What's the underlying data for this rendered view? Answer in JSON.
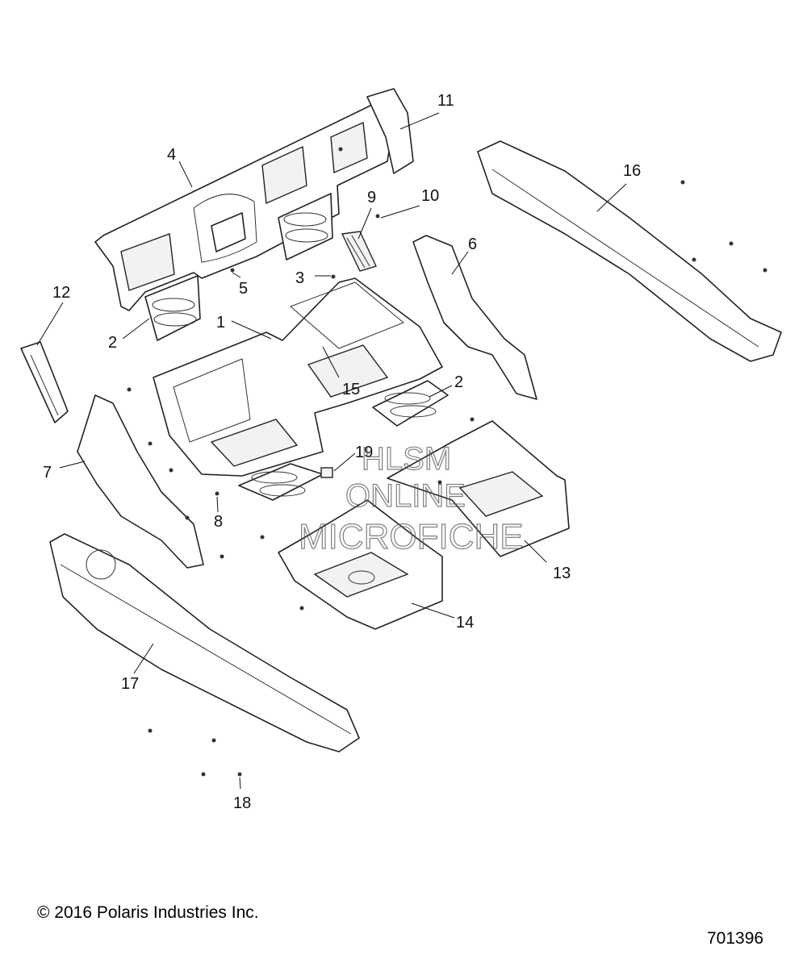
{
  "callouts": [
    {
      "id": "c1",
      "label": "1"
    },
    {
      "id": "c2a",
      "label": "2"
    },
    {
      "id": "c2b",
      "label": "2"
    },
    {
      "id": "c3",
      "label": "3"
    },
    {
      "id": "c4",
      "label": "4"
    },
    {
      "id": "c5",
      "label": "5"
    },
    {
      "id": "c6",
      "label": "6"
    },
    {
      "id": "c7",
      "label": "7"
    },
    {
      "id": "c8",
      "label": "8"
    },
    {
      "id": "c9",
      "label": "9"
    },
    {
      "id": "c10",
      "label": "10"
    },
    {
      "id": "c11",
      "label": "11"
    },
    {
      "id": "c12",
      "label": "12"
    },
    {
      "id": "c13",
      "label": "13"
    },
    {
      "id": "c14",
      "label": "14"
    },
    {
      "id": "c15",
      "label": "15"
    },
    {
      "id": "c16",
      "label": "16"
    },
    {
      "id": "c17",
      "label": "17"
    },
    {
      "id": "c18",
      "label": "18"
    },
    {
      "id": "c19",
      "label": "19"
    }
  ],
  "watermark": {
    "line1": "HLSM",
    "line2": "ONLINE",
    "line3": "MICROFICHE"
  },
  "footer": {
    "copyright": "© 2016 Polaris Industries Inc.",
    "drawing_number": "701396"
  }
}
